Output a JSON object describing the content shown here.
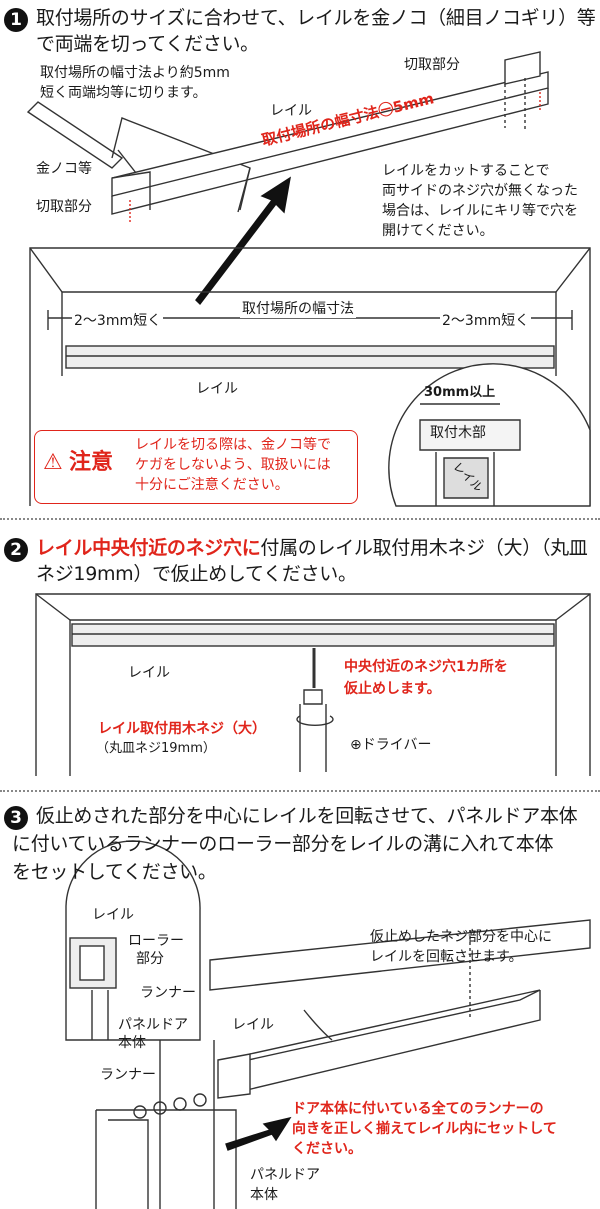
{
  "step1": {
    "number": "1",
    "line1": "取付場所のサイズに合わせて、レイルを金ノコ（細目ノコギリ）等",
    "line2": "で両端を切ってください。",
    "note_line1": "取付場所の幅寸法より約5mm",
    "note_line2": "短く両端均等に切ります。",
    "label_saw": "金ノコ等",
    "label_cut_left": "切取部分",
    "label_cut_right": "切取部分",
    "label_rail_top": "レイル",
    "label_width_minus": "取付場所の幅寸法㊀5mm",
    "hole_note_1": "レイルをカットすることで",
    "hole_note_2": "両サイドのネジ穴が無くなった",
    "hole_note_3": "場合は、レイルにキリ等で穴を",
    "hole_note_4": "開けてください。",
    "dim_width": "取付場所の幅寸法",
    "dim_short_left": "2～3mm短く",
    "dim_short_right": "2～3mm短く",
    "label_rail_frame": "レイル",
    "label_30mm": "30mm以上",
    "label_wood": "取付木部",
    "label_rail_section": "レイル"
  },
  "caution": {
    "title": "注意",
    "line1": "レイルを切る際は、金ノコ等で",
    "line2": "ケガをしないよう、取扱いには",
    "line3": "十分にご注意ください。"
  },
  "step2": {
    "number": "2",
    "line1_red": "レイル中央付近のネジ穴に",
    "line1_rest": "付属のレイル取付用木ネジ（大）（丸皿",
    "line2": "ネジ19mm）で仮止めしてください。",
    "label_rail": "レイル",
    "center_note_1": "中央付近のネジ穴1カ所を",
    "center_note_2": "仮止めします。",
    "screw_label": "レイル取付用木ネジ（大）",
    "screw_sub": "（丸皿ネジ19mm）",
    "driver_label": "⊕ドライバー"
  },
  "step3": {
    "number": "3",
    "line1": "仮止めされた部分を中心にレイルを回転させて、パネルドア本体",
    "line2": "に付いているランナーのローラー部分をレイルの溝に入れて本体",
    "line3": "をセットしてください。",
    "label_rail_a": "レイル",
    "label_roller_1": "ローラー",
    "label_roller_2": "部分",
    "label_runner_a": "ランナー",
    "label_panel_a1": "パネルドア",
    "label_panel_a2": "本体",
    "label_runner_b": "ランナー",
    "label_rail_b": "レイル",
    "rotate_note_1": "仮止めしたネジ部分を中心に",
    "rotate_note_2": "レイルを回転させます。",
    "set_note_1": "ドア本体に付いている全てのランナーの",
    "set_note_2": "向きを正しく揃えてレイル内にセットして",
    "set_note_3": "ください。",
    "label_panel_b1": "パネルドア",
    "label_panel_b2": "本体"
  }
}
